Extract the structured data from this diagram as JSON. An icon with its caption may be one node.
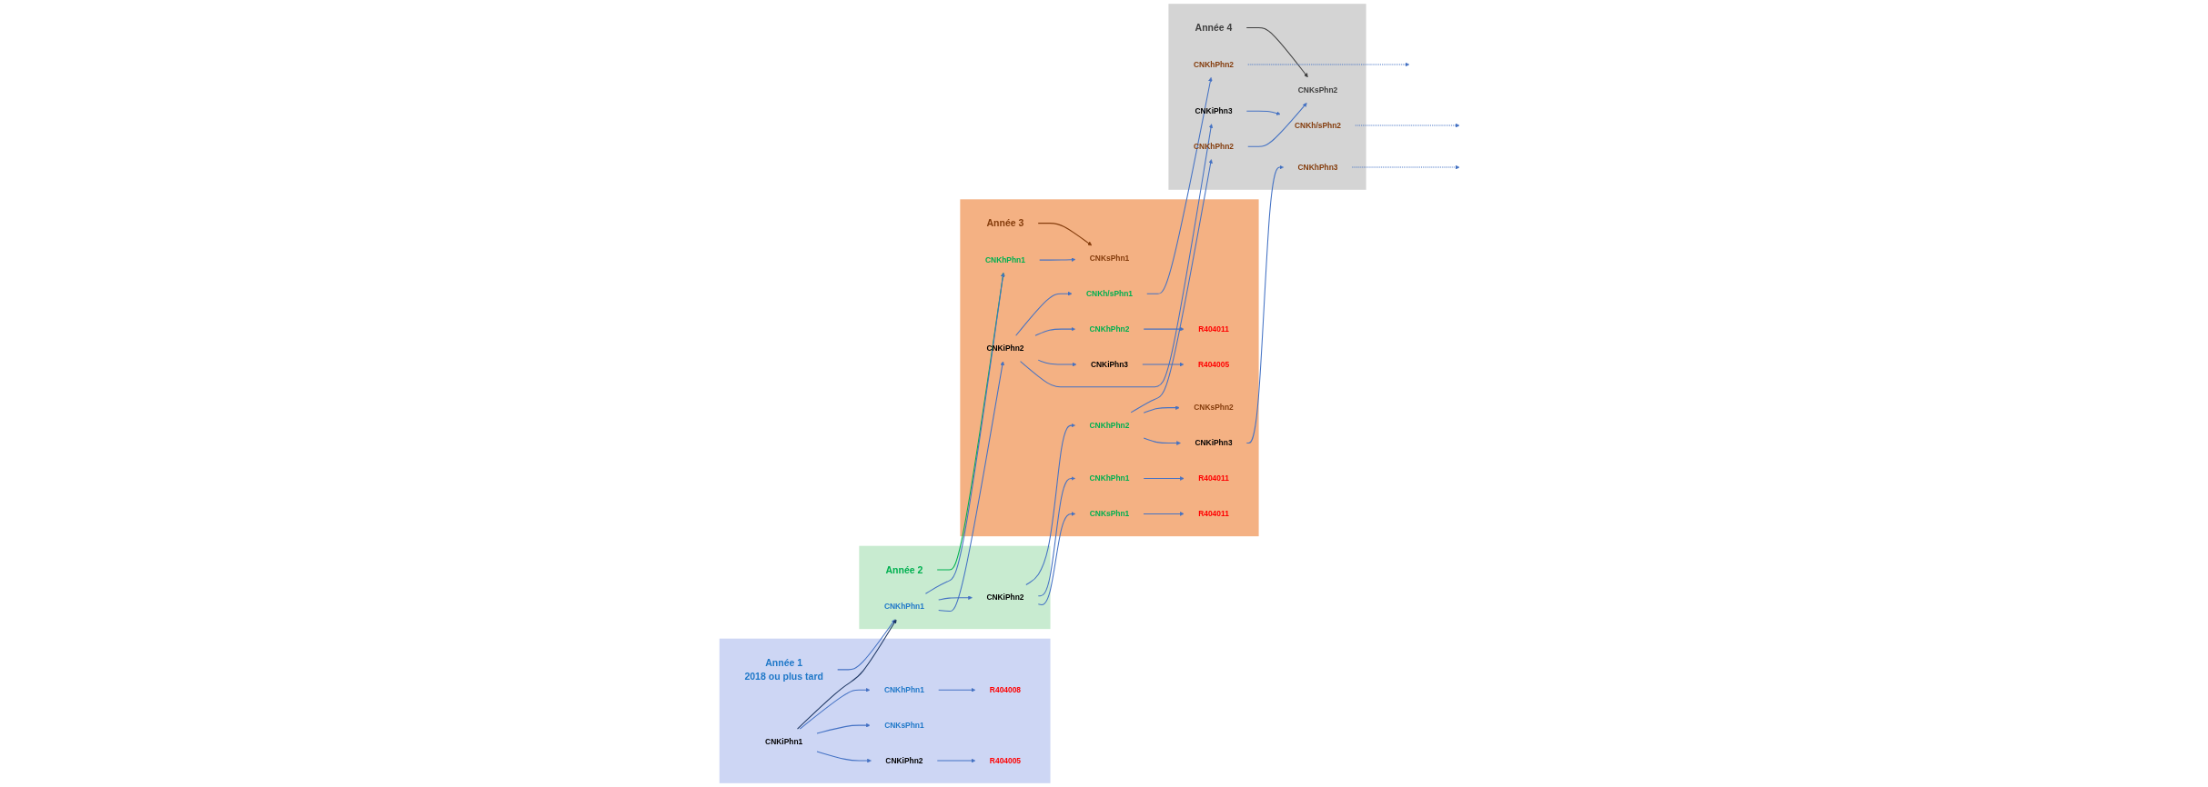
{
  "diagram": {
    "nodes": [
      {
        "text": [],
        "shape": "box"
      },
      {
        "text": [
          "Année 1",
          "2018 ou plus tard"
        ],
        "in": 0
      },
      {
        "text": [
          "CNKiPhn1"
        ],
        "in": 0
      },
      {
        "text": [
          "CNKhPhn1"
        ],
        "in": 0
      },
      {
        "text": [
          "R404008"
        ],
        "in": 0
      },
      {
        "text": [
          "CNKsPhn1"
        ],
        "in": 0
      },
      {
        "text": [
          "CNKiPhn2"
        ],
        "in": 0
      },
      {
        "text": [
          "R404005"
        ],
        "in": 0
      },
      {
        "text": [],
        "shape": "box"
      },
      {
        "text": [
          "Année 2"
        ],
        "in": 8
      },
      {
        "text": [
          "CNKhPhn1"
        ],
        "in": 8
      },
      {
        "text": [
          "CNKiPhn2"
        ],
        "in": 8
      },
      {
        "text": [],
        "shape": "box"
      },
      {
        "text": [
          "Année 3"
        ],
        "in": 12
      },
      {
        "text": [
          "CNKhPhn1"
        ],
        "in": 12
      },
      {
        "text": [
          "CNKsPhn1"
        ],
        "in": 12
      },
      {
        "text": [
          "CNKhPhn2"
        ],
        "in": 12
      },
      {
        "text": [
          "CNKhPhn1"
        ],
        "in": 12
      },
      {
        "text": [
          "R404011"
        ],
        "in": 12
      },
      {
        "text": [
          "CNKsPhn2"
        ],
        "in": 12
      },
      {
        "text": [
          "CNKsPhn1"
        ],
        "in": 12
      },
      {
        "text": [
          "R404011"
        ],
        "in": 12
      },
      {
        "text": [
          "CNKiPhn3"
        ],
        "in": 12
      },
      {
        "text": [
          "CNKiPhn2"
        ],
        "in": 12
      },
      {
        "text": [
          "CNKh/sPhn1"
        ],
        "in": 12
      },
      {
        "text": [
          "CNKhPhn2"
        ],
        "in": 12
      },
      {
        "text": [
          "R404011"
        ],
        "in": 12
      },
      {
        "text": [
          "CNKiPhn3"
        ],
        "in": 12
      },
      {
        "text": [
          "R404005"
        ],
        "in": 12
      },
      {
        "text": [],
        "shape": "box"
      },
      {
        "text": [
          "Année 4"
        ],
        "in": 29
      },
      {
        "text": [
          "CNKhPhn2"
        ],
        "in": 29
      },
      {
        "text": [
          "CNKsPhn2"
        ],
        "in": 29
      },
      {
        "text": [
          "CNKhPhn3"
        ],
        "in": 29
      },
      {
        "text": [
          "CNKhPhn2"
        ],
        "in": 29
      },
      {
        "text": [
          "CNKiPhn3"
        ],
        "in": 29
      },
      {
        "text": [
          "CNKh/sPhn2"
        ],
        "in": 29
      }
    ],
    "edges": [
      {
        "from": 1,
        "to": 10,
        "arrow": "to"
      },
      {
        "from": 9,
        "to": 14,
        "arrow": "to",
        "color": "#00b050"
      },
      {
        "from": 13,
        "to": 15,
        "arrow": "to",
        "color": "#843c0c"
      },
      {
        "from": 30,
        "to": 32,
        "arrow": "to",
        "color": "#404040"
      },
      {
        "from": 2,
        "to": 10,
        "arrow": "to",
        "color": "#1f3864"
      },
      {
        "from": 2,
        "to": 3,
        "arrow": "to"
      },
      {
        "from": 2,
        "to": 5,
        "arrow": "to"
      },
      {
        "from": 2,
        "to": 6,
        "arrow": "to"
      },
      {
        "from": 3,
        "to": 4,
        "arrow": "to"
      },
      {
        "from": 6,
        "to": 7,
        "arrow": "to"
      },
      {
        "from": 10,
        "to": 14,
        "arrow": "to"
      },
      {
        "from": 10,
        "to": 11,
        "arrow": "to"
      },
      {
        "from": 10,
        "to": 23,
        "arrow": "to"
      },
      {
        "from": 11,
        "to": 16,
        "arrow": "to"
      },
      {
        "from": 11,
        "to": 17,
        "arrow": "to"
      },
      {
        "from": 11,
        "to": 20,
        "arrow": "to"
      },
      {
        "from": 17,
        "to": 18,
        "arrow": "to"
      },
      {
        "from": 20,
        "to": 21,
        "arrow": "to"
      },
      {
        "from": 14,
        "to": 15,
        "arrow": "to"
      },
      {
        "from": 16,
        "to": 31,
        "arrow": "to"
      },
      {
        "from": 16,
        "to": 19,
        "arrow": "to"
      },
      {
        "from": 16,
        "to": 22,
        "arrow": "to"
      },
      {
        "from": 31,
        "to": 32,
        "arrow": "to"
      },
      {
        "from": 22,
        "to": 33,
        "arrow": "to"
      },
      {
        "from": 33,
        "to": null,
        "arrow": "to",
        "style": "dashed"
      },
      {
        "from": 23,
        "to": 24,
        "arrow": "to"
      },
      {
        "from": 23,
        "to": 25,
        "arrow": "to"
      },
      {
        "from": 23,
        "to": 27,
        "arrow": "to"
      },
      {
        "from": 23,
        "to": 35,
        "arrow": "to"
      },
      {
        "from": 24,
        "to": 34,
        "arrow": "to"
      },
      {
        "from": 34,
        "to": null,
        "arrow": "to",
        "style": "dashed"
      },
      {
        "from": 25,
        "to": 26,
        "arrow": "to"
      },
      {
        "from": 27,
        "to": 28,
        "arrow": "to"
      },
      {
        "from": 35,
        "to": 36,
        "arrow": "to"
      },
      {
        "from": 36,
        "to": null,
        "arrow": "to",
        "style": "dashed"
      }
    ]
  }
}
